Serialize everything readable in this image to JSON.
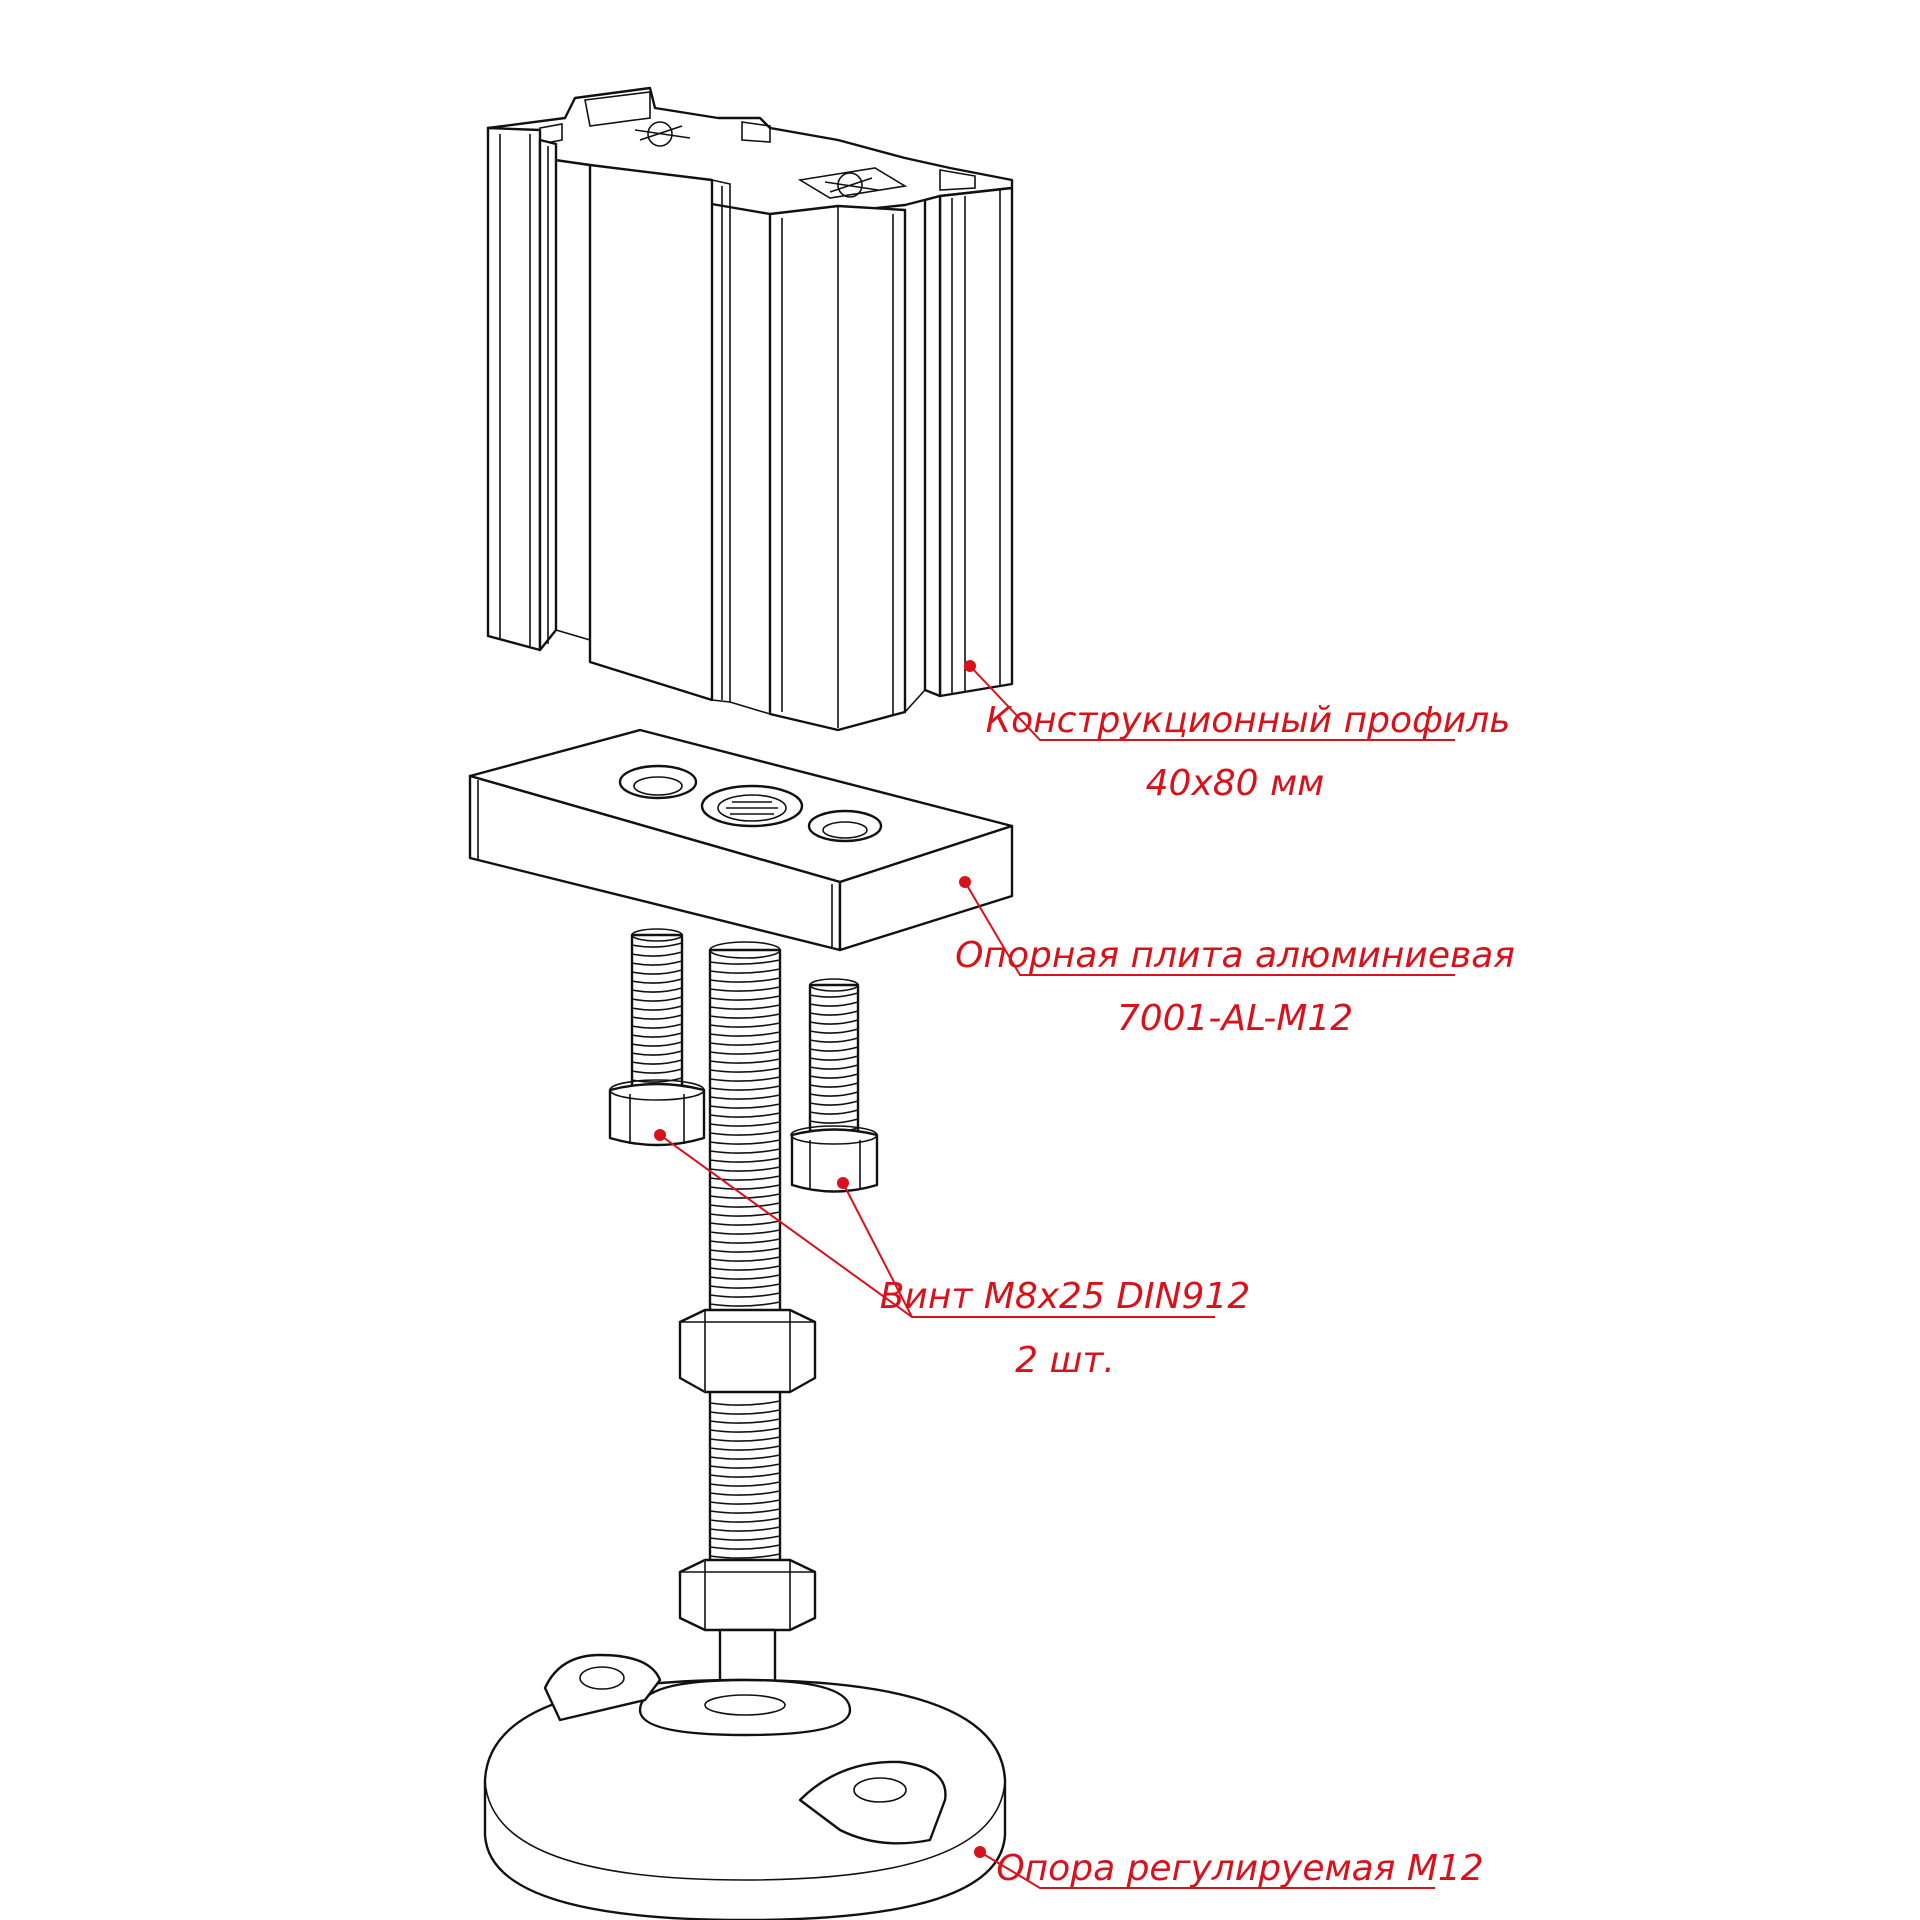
{
  "diagram": {
    "type": "exploded-assembly",
    "colors": {
      "line": "#111111",
      "callout": "#d8121a",
      "background": "#ffffff"
    },
    "callouts": [
      {
        "id": "profile",
        "line1": "Конструкционный профиль",
        "line2": "40x80 мм"
      },
      {
        "id": "plate",
        "line1": "Опорная плита алюминиевая",
        "line2": "7001-AL-M12"
      },
      {
        "id": "screw",
        "line1": "Винт М8х25 DIN912",
        "line2": "2 шт."
      },
      {
        "id": "foot",
        "line1": "Опора регулируемая М12",
        "line2": ""
      }
    ]
  }
}
